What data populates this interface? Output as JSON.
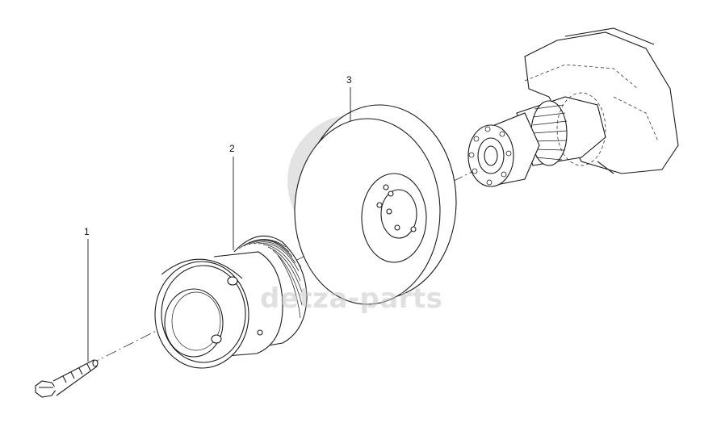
{
  "diagram": {
    "callouts": [
      {
        "id": "1",
        "label": "1"
      },
      {
        "id": "2",
        "label": "2"
      },
      {
        "id": "3",
        "label": "3"
      }
    ],
    "watermark": {
      "text": "detza-parts",
      "logo": "GD"
    },
    "colors": {
      "line": "#1a1a1a",
      "dash": "#333333",
      "watermark": "#bdbdbd"
    }
  }
}
